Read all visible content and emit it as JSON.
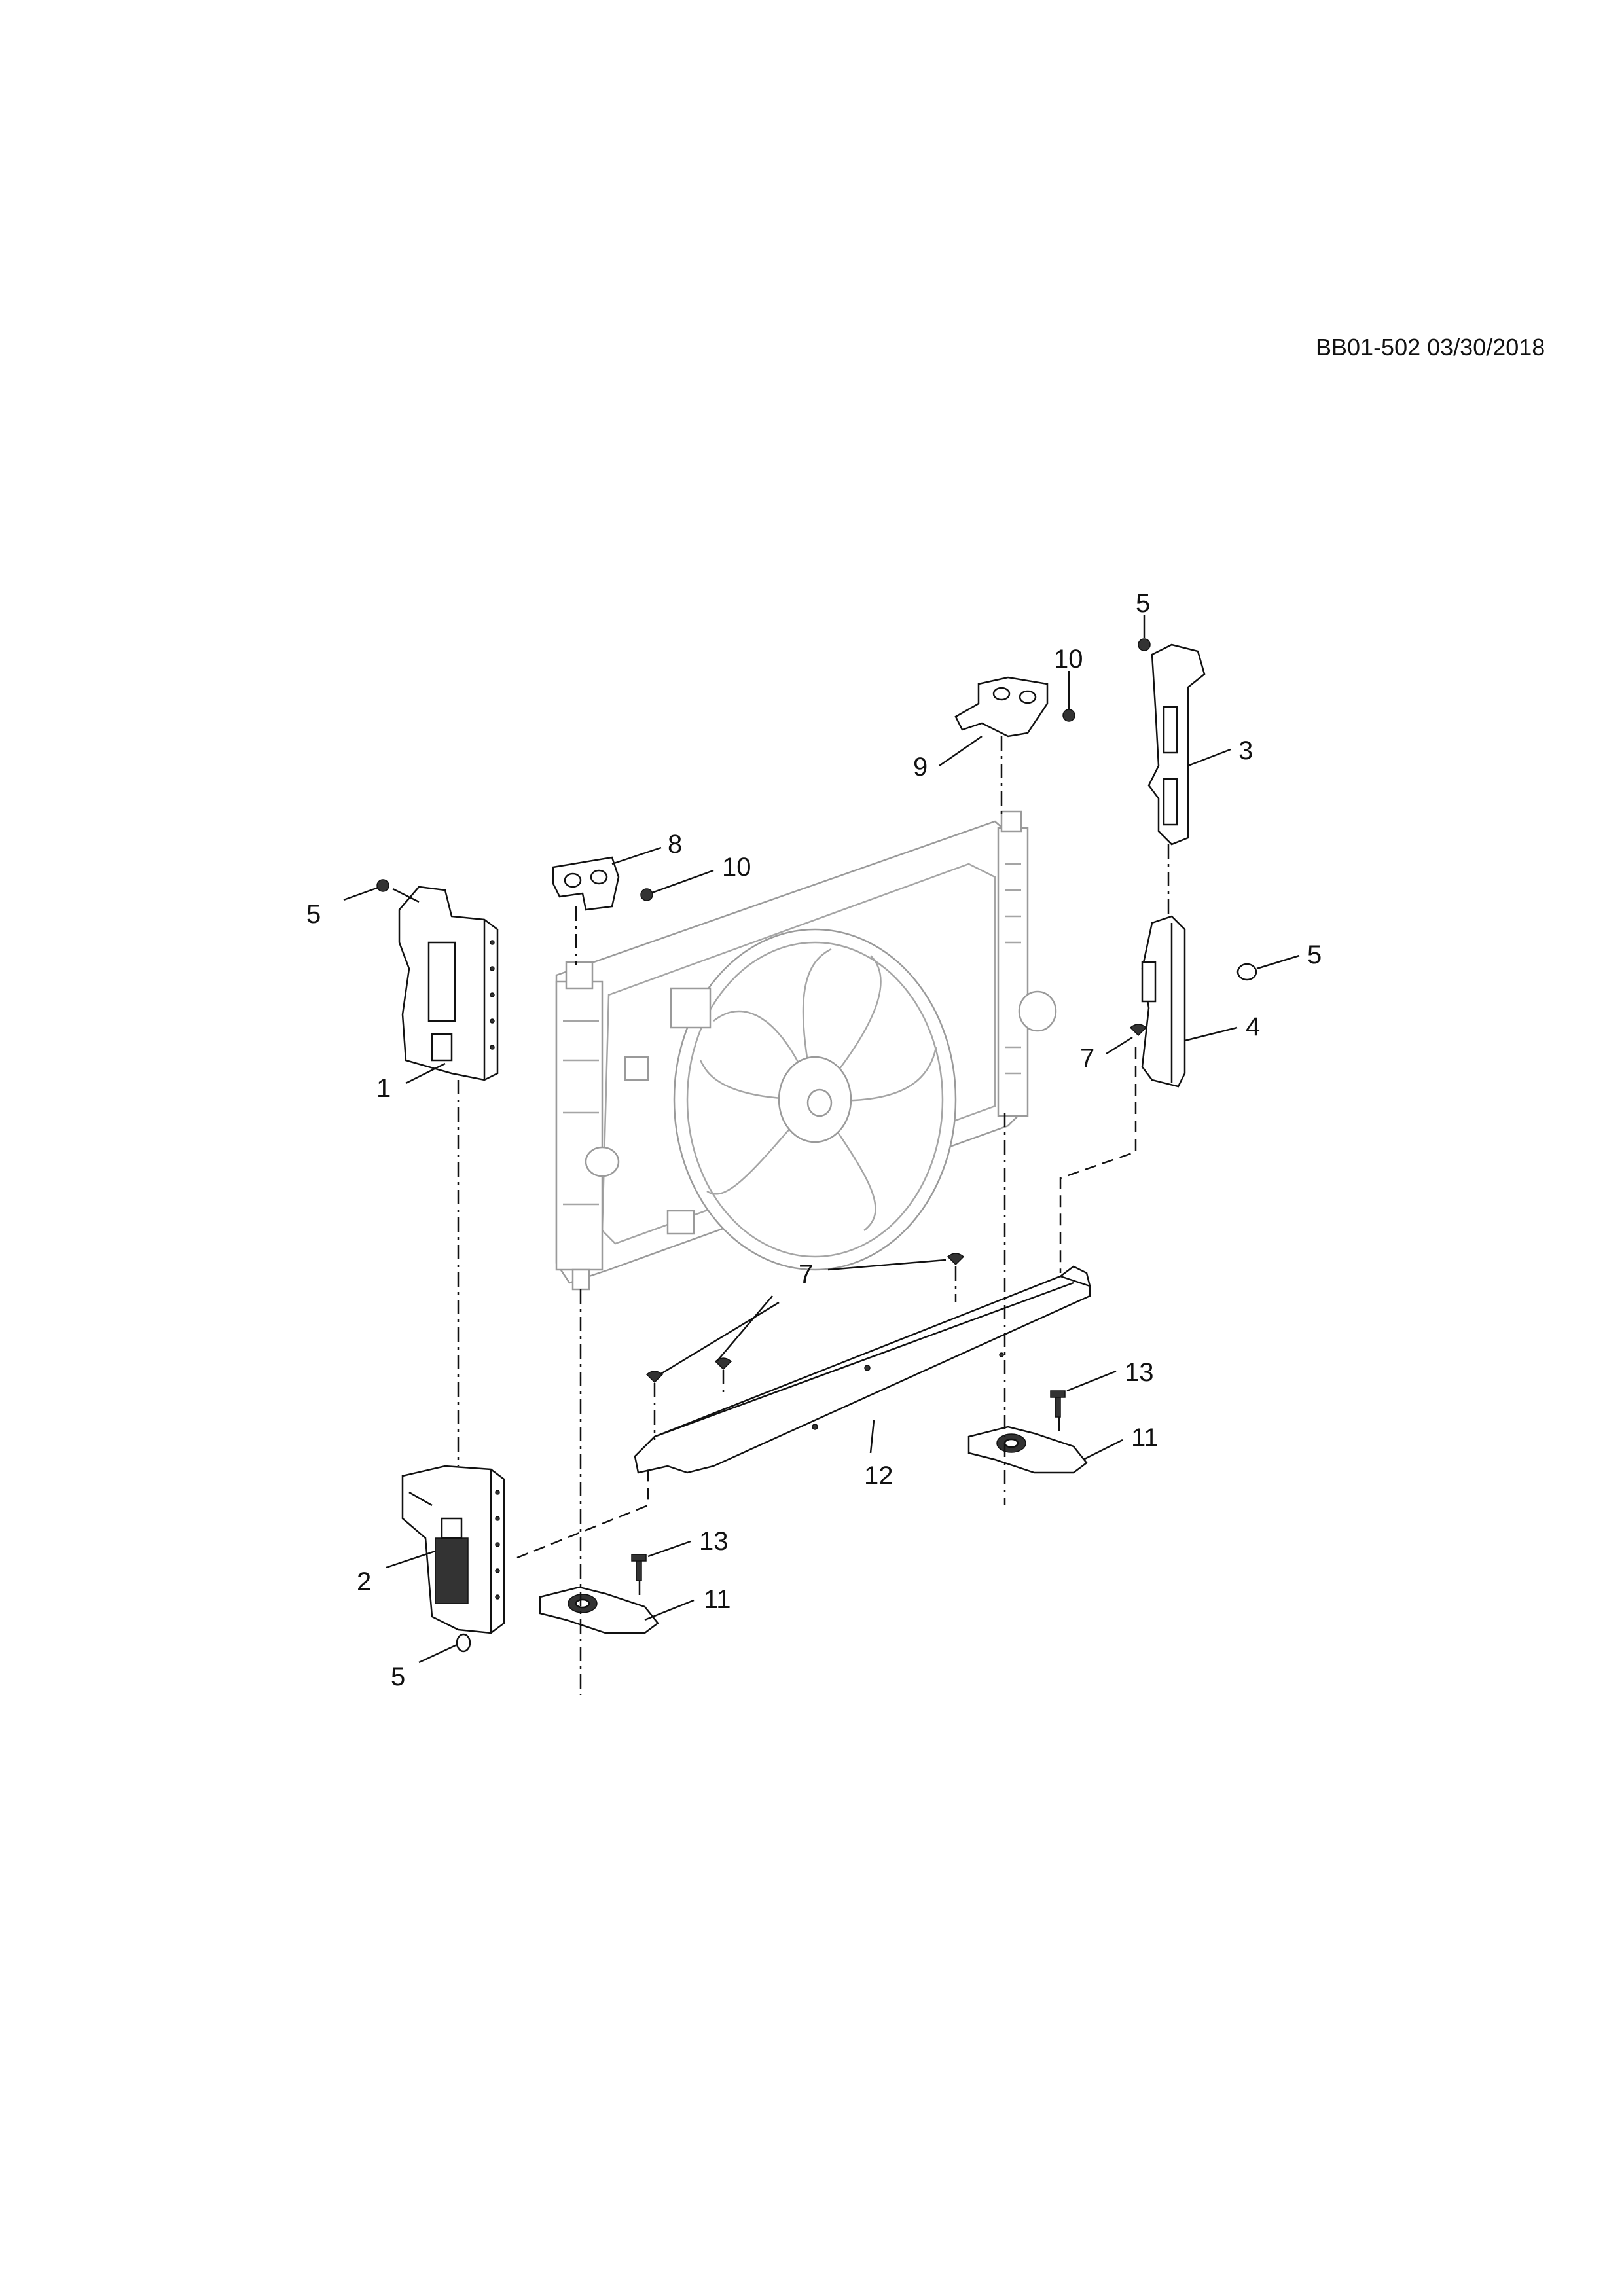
{
  "reference_code": "BB01-502 03/30/2018",
  "callouts": [
    {
      "id": "c5a",
      "label": "5"
    },
    {
      "id": "c10a",
      "label": "10"
    },
    {
      "id": "c3",
      "label": "3"
    },
    {
      "id": "c9",
      "label": "9"
    },
    {
      "id": "c8",
      "label": "8"
    },
    {
      "id": "c10b",
      "label": "10"
    },
    {
      "id": "c5b",
      "label": "5"
    },
    {
      "id": "c5c",
      "label": "5"
    },
    {
      "id": "c4",
      "label": "4"
    },
    {
      "id": "c1",
      "label": "1"
    },
    {
      "id": "c7a",
      "label": "7"
    },
    {
      "id": "c7b",
      "label": "7"
    },
    {
      "id": "c13a",
      "label": "13"
    },
    {
      "id": "c11a",
      "label": "11"
    },
    {
      "id": "c12",
      "label": "12"
    },
    {
      "id": "c13b",
      "label": "13"
    },
    {
      "id": "c2",
      "label": "2"
    },
    {
      "id": "c11b",
      "label": "11"
    },
    {
      "id": "c5d",
      "label": "5"
    }
  ]
}
